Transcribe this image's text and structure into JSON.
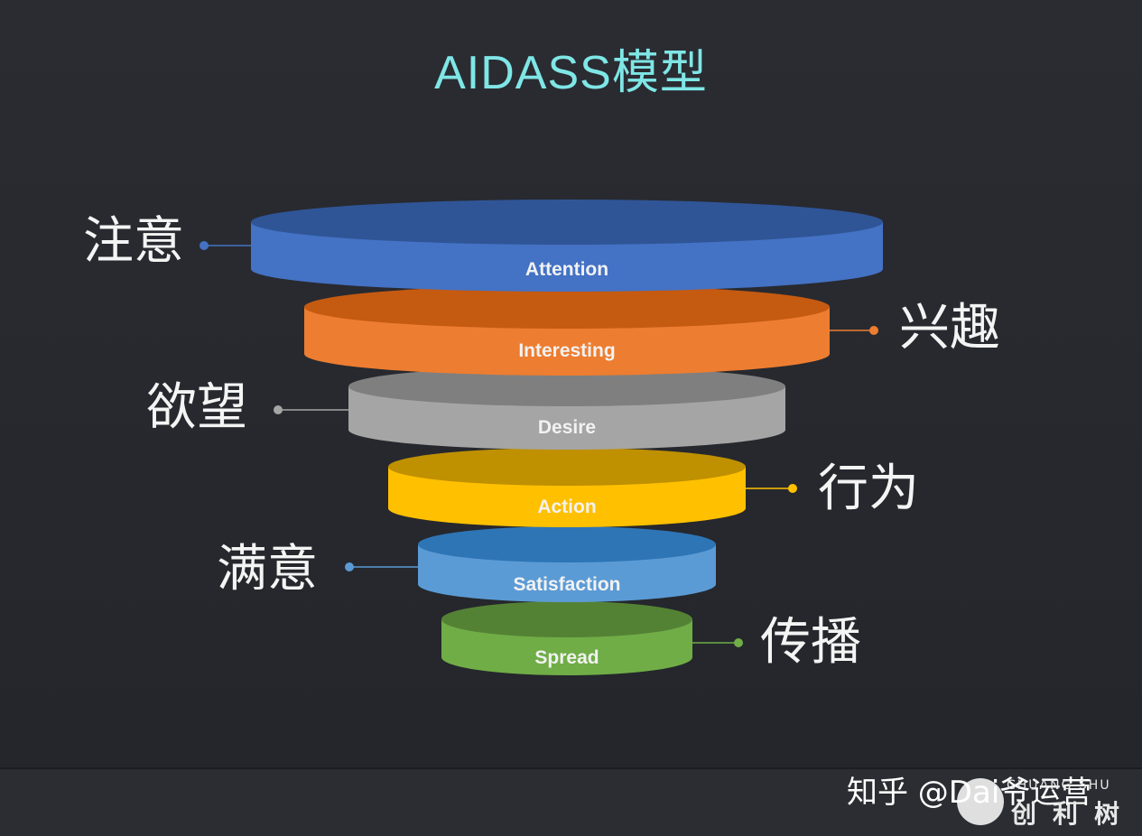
{
  "title": "AIDASS模型",
  "layers": [
    {
      "label": "Attention",
      "side_label": "注意",
      "side": "left",
      "top_color": "#2f5597",
      "body_color": "#4472c4",
      "dot_color": "#4472c4"
    },
    {
      "label": "Interesting",
      "side_label": "兴趣",
      "side": "right",
      "top_color": "#c55a11",
      "body_color": "#ed7d31",
      "dot_color": "#ed7d31"
    },
    {
      "label": "Desire",
      "side_label": "欲望",
      "side": "left",
      "top_color": "#7f7f7f",
      "body_color": "#a5a5a5",
      "dot_color": "#a5a5a5"
    },
    {
      "label": "Action",
      "side_label": "行为",
      "side": "right",
      "top_color": "#bf9000",
      "body_color": "#ffc000",
      "dot_color": "#ffc000"
    },
    {
      "label": "Satisfaction",
      "side_label": "满意",
      "side": "left",
      "top_color": "#2e75b6",
      "body_color": "#5b9bd5",
      "dot_color": "#5b9bd5"
    },
    {
      "label": "Spread",
      "side_label": "传播",
      "side": "right",
      "top_color": "#548235",
      "body_color": "#70ad47",
      "dot_color": "#70ad47"
    }
  ],
  "watermark": {
    "text": "知乎 @Dai爷运营",
    "brand_en": "CHUANG SHU",
    "brand_cn": "创利树"
  }
}
